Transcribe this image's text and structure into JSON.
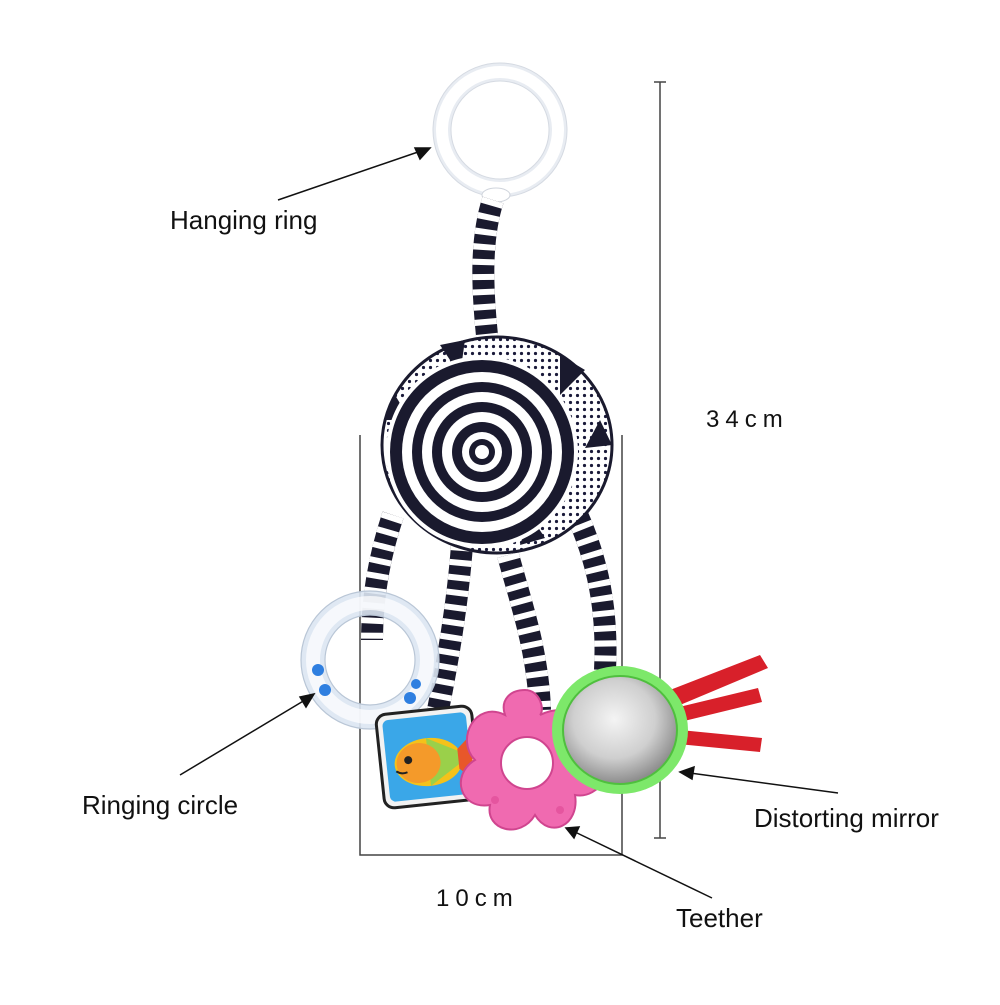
{
  "labels": {
    "hanging_ring": "Hanging ring",
    "ringing_circle": "Ringing circle",
    "distorting_mirror": "Distorting mirror",
    "teether": "Teether"
  },
  "dimensions": {
    "height": "34cm",
    "width": "10cm"
  },
  "colors": {
    "stripe_dark": "#1a1a2e",
    "teether_pink": "#f06ab0",
    "mirror_rim_green": "#7de86a",
    "ribbon_red": "#d8202a",
    "card_blue": "#3aa7e8"
  }
}
